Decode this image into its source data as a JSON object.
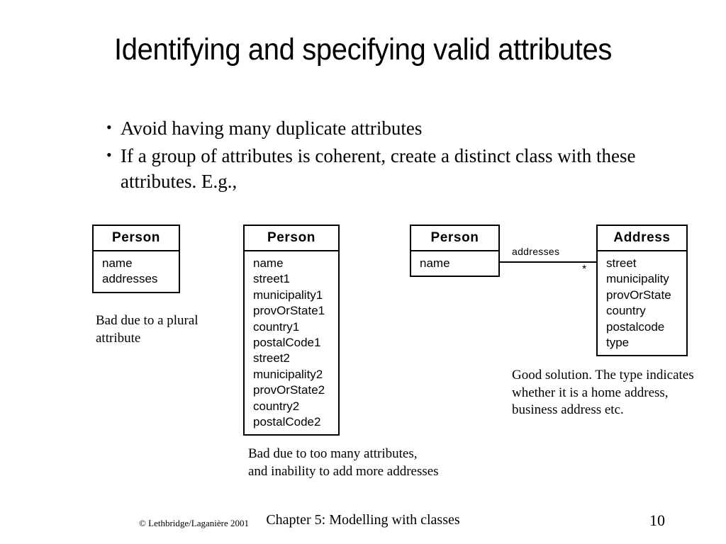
{
  "slide": {
    "title": "Identifying and specifying valid attributes",
    "bullets": [
      {
        "marker": "•",
        "text": "Avoid having many duplicate attributes"
      },
      {
        "marker": "•",
        "text": "If a group of attributes is coherent, create a distinct class with these attributes.  E.g.,"
      }
    ]
  },
  "diagram": {
    "classes": [
      {
        "id": "person-bad",
        "name": "Person",
        "attributes": [
          "name",
          "addresses"
        ]
      },
      {
        "id": "person-flat",
        "name": "Person",
        "attributes": [
          "name",
          "street1",
          "municipality1",
          "provOrState1",
          "country1",
          "postalCode1",
          "street2",
          "municipality2",
          "provOrState2",
          "country2",
          "postalCode2"
        ]
      },
      {
        "id": "person-good",
        "name": "Person",
        "attributes": [
          "name"
        ]
      },
      {
        "id": "address",
        "name": "Address",
        "attributes": [
          "street",
          "municipality",
          "provOrState",
          "country",
          "postalcode",
          "type"
        ]
      }
    ],
    "association": {
      "role_label": "addresses",
      "multiplicity": "*"
    },
    "captions": {
      "bad_plural": "Bad due to a plural attribute",
      "bad_many": "Bad due to too many attributes, and inability to add more addresses",
      "good": "Good solution. The type indicates whether it is a home address, business address etc."
    }
  },
  "footer": {
    "copyright": "© Lethbridge/Laganière 2001",
    "chapter": "Chapter 5: Modelling with classes",
    "page_number": "10"
  },
  "colors": {
    "background": "#ffffff",
    "foreground": "#000000"
  }
}
